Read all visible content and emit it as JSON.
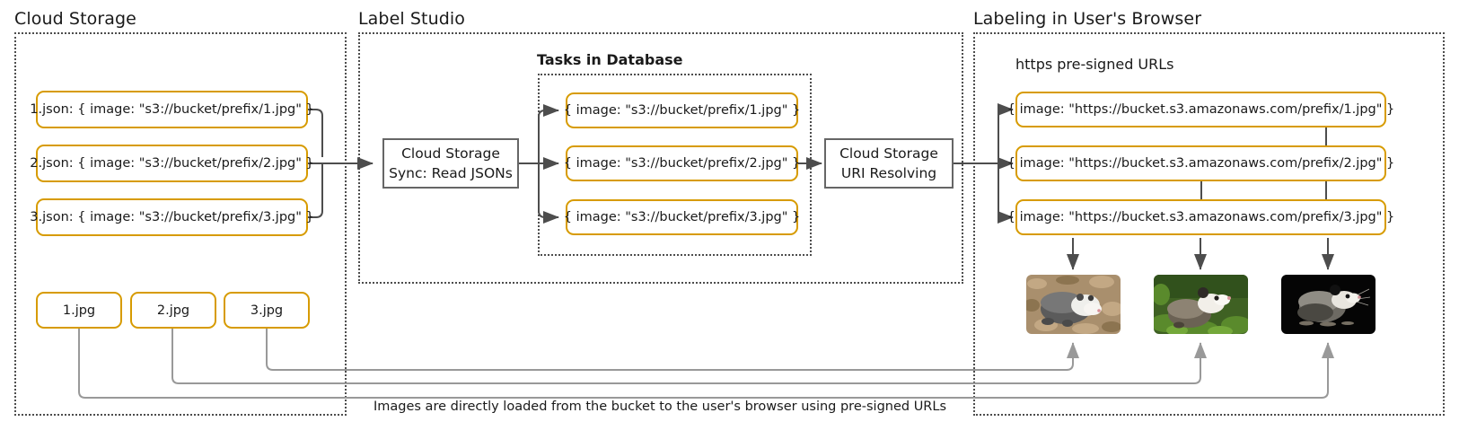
{
  "diagram": {
    "title": "Label Studio cloud storage pre-signed URL flow",
    "caption": "Images are directly loaded from the bucket to the user's browser using pre-signed URLs",
    "colors": {
      "accent_orange": "#d79b00",
      "box_gray": "#666666",
      "zone_border": "#4d4d4d",
      "arrow_dark": "#4d4d4d",
      "arrow_light": "#999999",
      "text": "#1a1a1a",
      "background": "#ffffff"
    }
  },
  "zones": {
    "cloud_storage": {
      "title": "Cloud Storage",
      "json_files": [
        {
          "label": "1.json: { image: \"s3://bucket/prefix/1.jpg\" }"
        },
        {
          "label": "2.json: { image: \"s3://bucket/prefix/2.jpg\" }"
        },
        {
          "label": "3.json: { image: \"s3://bucket/prefix/3.jpg\" }"
        }
      ],
      "image_files": [
        {
          "label": "1.jpg"
        },
        {
          "label": "2.jpg"
        },
        {
          "label": "3.jpg"
        }
      ]
    },
    "label_studio": {
      "title": "Label Studio",
      "sync_box": {
        "line1": "Cloud Storage",
        "line2": "Sync: Read JSONs"
      },
      "tasks_group_title": "Tasks in Database",
      "tasks": [
        {
          "label": "{ image: \"s3://bucket/prefix/1.jpg\" }"
        },
        {
          "label": "{ image: \"s3://bucket/prefix/2.jpg\" }"
        },
        {
          "label": "{ image: \"s3://bucket/prefix/3.jpg\" }"
        }
      ],
      "resolver_box": {
        "line1": "Cloud Storage",
        "line2": "URI Resolving"
      }
    },
    "browser": {
      "title": "Labeling in User's Browser",
      "urls_label": "https pre-signed URLs",
      "urls": [
        {
          "label": "{ image: \"https://bucket.s3.amazonaws.com/prefix/1.jpg\" }"
        },
        {
          "label": "{ image: \"https://bucket.s3.amazonaws.com/prefix/2.jpg\" }"
        },
        {
          "label": "{ image: \"https://bucket.s3.amazonaws.com/prefix/3.jpg\" }"
        }
      ],
      "photos": [
        {
          "name": "opossum-on-leaves",
          "alt": "Opossum standing on autumn leaves"
        },
        {
          "name": "opossum-on-grass",
          "alt": "Opossum in green grass looking up"
        },
        {
          "name": "opossum-on-black",
          "alt": "Opossum on black background"
        }
      ]
    }
  }
}
